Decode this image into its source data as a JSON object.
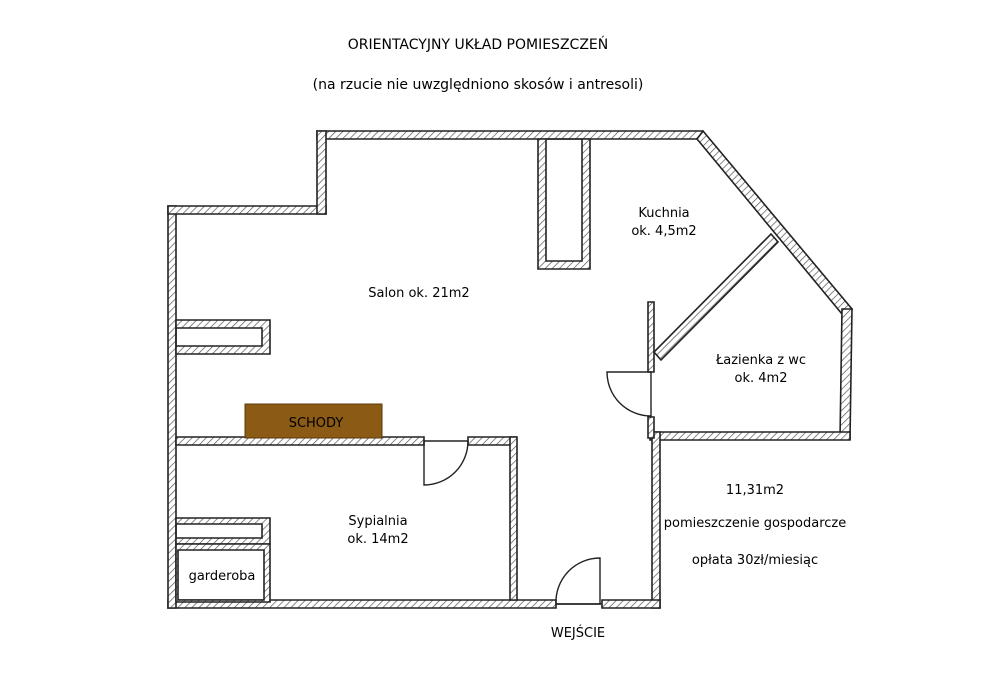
{
  "title": "ORIENTACYJNY UKŁAD POMIESZCZEŃ",
  "subtitle": "(na rzucie nie uwzględniono skosów i antresoli)",
  "rooms": {
    "salon": "Salon ok. 21m2",
    "kuchnia": [
      "Kuchnia",
      "ok. 4,5m2"
    ],
    "lazienka": [
      "Łazienka z wc",
      "ok. 4m2"
    ],
    "sypialnia": [
      "Sypialnia",
      "ok. 14m2"
    ],
    "garderoba": "garderoba"
  },
  "stairs": {
    "label": "SCHODY",
    "color": "#8b5a14"
  },
  "entrance": "WEJŚCIE",
  "utility": {
    "area": "11,31m2",
    "name": "pomieszczenie gospodarcze",
    "fee": "opłata 30zł/miesiąc"
  }
}
